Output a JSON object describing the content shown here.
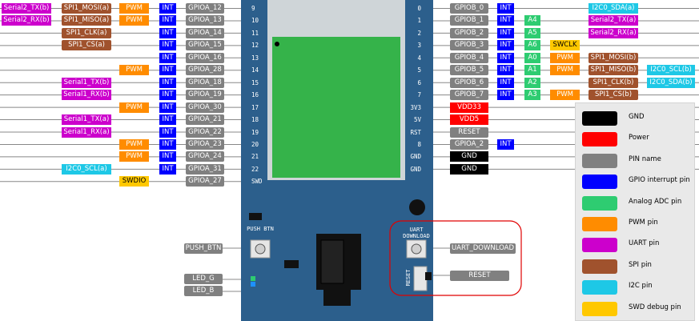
{
  "colors": {
    "gnd": "#000000",
    "power": "#ff0000",
    "pin_name": "#808080",
    "int": "#0000ff",
    "adc": "#2ecc71",
    "pwm": "#ff8c00",
    "uart": "#cc00cc",
    "spi": "#a0522d",
    "i2c": "#1ec8e6",
    "swd": "#ffc800"
  },
  "left_pins": [
    {
      "num": "9",
      "gpio": "GPIOA_12",
      "int": "INT",
      "func": [
        {
          "t": "PWM",
          "c": "pwm"
        },
        {
          "t": "SPI1_MOSI(a)",
          "c": "spi"
        },
        {
          "t": "Serial2_TX(b)",
          "c": "uart"
        }
      ]
    },
    {
      "num": "10",
      "gpio": "GPIOA_13",
      "int": "INT",
      "func": [
        {
          "t": "PWM",
          "c": "pwm"
        },
        {
          "t": "SPI1_MISO(a)",
          "c": "spi"
        },
        {
          "t": "Serial2_RX(b)",
          "c": "uart"
        }
      ]
    },
    {
      "num": "11",
      "gpio": "GPIOA_14",
      "int": "INT",
      "func": [
        {
          "t": "SPI1_CLK(a)",
          "c": "spi"
        }
      ]
    },
    {
      "num": "12",
      "gpio": "GPIOA_15",
      "int": "INT",
      "func": [
        {
          "t": "SPI1_CS(a)",
          "c": "spi"
        }
      ]
    },
    {
      "num": "13",
      "gpio": "GPIOA_16",
      "int": "INT",
      "func": []
    },
    {
      "num": "14",
      "gpio": "GPIOA_28",
      "int": "INT",
      "func": [
        {
          "t": "PWM",
          "c": "pwm"
        }
      ]
    },
    {
      "num": "15",
      "gpio": "GPIOA_18",
      "int": "INT",
      "func": [
        {
          "t": "Serial1_TX(b)",
          "c": "uart"
        }
      ]
    },
    {
      "num": "16",
      "gpio": "GPIOA_19",
      "int": "INT",
      "func": [
        {
          "t": "Serial1_RX(b)",
          "c": "uart"
        }
      ]
    },
    {
      "num": "17",
      "gpio": "GPIOA_30",
      "int": "INT",
      "func": [
        {
          "t": "PWM",
          "c": "pwm"
        }
      ]
    },
    {
      "num": "18",
      "gpio": "GPIOA_21",
      "int": "INT",
      "func": [
        {
          "t": "Serial1_TX(a)",
          "c": "uart"
        }
      ]
    },
    {
      "num": "19",
      "gpio": "GPIOA_22",
      "int": "INT",
      "func": [
        {
          "t": "Serial1_RX(a)",
          "c": "uart"
        }
      ]
    },
    {
      "num": "20",
      "gpio": "GPIOA_23",
      "int": "INT",
      "func": [
        {
          "t": "PWM",
          "c": "pwm"
        }
      ]
    },
    {
      "num": "21",
      "gpio": "GPIOA_24",
      "int": "INT",
      "func": [
        {
          "t": "PWM",
          "c": "pwm"
        }
      ]
    },
    {
      "num": "22",
      "gpio": "GPIOA_31",
      "int": "INT",
      "func": [
        {
          "t": "I2C0_SCL(a)",
          "c": "i2c"
        }
      ]
    },
    {
      "num": "SWD",
      "gpio": "GPIOA_27",
      "int": "",
      "func": [
        {
          "t": "SWDIO",
          "c": "swd"
        }
      ]
    }
  ],
  "right_pins": [
    {
      "num": "0",
      "name": "GPIOB_0",
      "nc": "pin_name",
      "int": "INT",
      "adc": "",
      "func": [
        {
          "t": "I2C0_SDA(a)",
          "c": "i2c"
        }
      ]
    },
    {
      "num": "1",
      "name": "GPIOB_1",
      "nc": "pin_name",
      "int": "INT",
      "adc": "A4",
      "func": [
        {
          "t": "Serial2_TX(a)",
          "c": "uart"
        }
      ]
    },
    {
      "num": "2",
      "name": "GPIOB_2",
      "nc": "pin_name",
      "int": "INT",
      "adc": "A5",
      "func": [
        {
          "t": "Serial2_RX(a)",
          "c": "uart"
        }
      ]
    },
    {
      "num": "3",
      "name": "GPIOB_3",
      "nc": "pin_name",
      "int": "INT",
      "adc": "A6",
      "func": [
        {
          "t": "SWCLK",
          "c": "swd"
        }
      ]
    },
    {
      "num": "4",
      "name": "GPIOB_4",
      "nc": "pin_name",
      "int": "INT",
      "adc": "A0",
      "func": [
        {
          "t": "PWM",
          "c": "pwm"
        },
        {
          "t": "SPI1_MOSI(b)",
          "c": "spi"
        }
      ]
    },
    {
      "num": "5",
      "name": "GPIOB_5",
      "nc": "pin_name",
      "int": "INT",
      "adc": "A1",
      "func": [
        {
          "t": "PWM",
          "c": "pwm"
        },
        {
          "t": "SPI1_MISO(b)",
          "c": "spi"
        },
        {
          "t": "I2C0_SCL(b)",
          "c": "i2c"
        }
      ]
    },
    {
      "num": "6",
      "name": "GPIOB_6",
      "nc": "pin_name",
      "int": "INT",
      "adc": "A2",
      "func": [
        {
          "t": "SPI1_CLK(b)",
          "c": "spi"
        },
        {
          "t": "I2C0_SDA(b)",
          "c": "i2c"
        }
      ]
    },
    {
      "num": "7",
      "name": "GPIOB_7",
      "nc": "pin_name",
      "int": "INT",
      "adc": "A3",
      "func": [
        {
          "t": "PWM",
          "c": "pwm"
        },
        {
          "t": "SPI1_CS(b)",
          "c": "spi"
        }
      ]
    },
    {
      "num": "3V3",
      "name": "VDD33",
      "nc": "power",
      "int": "",
      "adc": "",
      "func": []
    },
    {
      "num": "5V",
      "name": "VDD5",
      "nc": "power",
      "int": "",
      "adc": "",
      "func": []
    },
    {
      "num": "RST",
      "name": "RESET",
      "nc": "pin_name",
      "int": "",
      "adc": "",
      "func": []
    },
    {
      "num": "8",
      "name": "GPIOA_2",
      "nc": "pin_name",
      "int": "INT",
      "adc": "",
      "func": []
    },
    {
      "num": "GND",
      "name": "GND",
      "nc": "gnd",
      "int": "",
      "adc": "",
      "func": []
    },
    {
      "num": "GND",
      "name": "GND",
      "nc": "gnd",
      "int": "",
      "adc": "",
      "func": []
    }
  ],
  "board": {
    "push_btn_silk": "PUSH BTN",
    "uart_silk": "UART DOWNLOAD",
    "reset_silk": "RESET"
  },
  "bottom_labels": {
    "push_btn": "PUSH_BTN",
    "led_g": "LED_G",
    "led_b": "LED_B",
    "uart_download": "UART_DOWNLOAD",
    "reset": "RESET"
  },
  "legend": [
    {
      "label": "GND",
      "c": "gnd"
    },
    {
      "label": "Power",
      "c": "power"
    },
    {
      "label": "PIN name",
      "c": "pin_name"
    },
    {
      "label": "GPIO interrupt pin",
      "c": "int"
    },
    {
      "label": "Analog ADC pin",
      "c": "adc"
    },
    {
      "label": "PWM pin",
      "c": "pwm"
    },
    {
      "label": "UART pin",
      "c": "uart"
    },
    {
      "label": "SPI pin",
      "c": "spi"
    },
    {
      "label": "I2C pin",
      "c": "i2c"
    },
    {
      "label": "SWD debug pin",
      "c": "swd"
    }
  ]
}
